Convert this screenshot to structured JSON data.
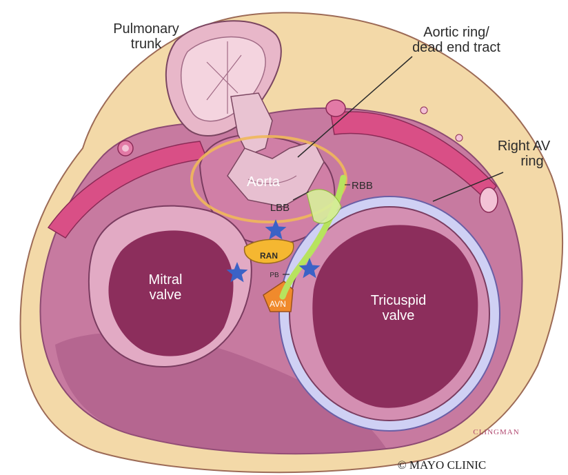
{
  "labels": {
    "pulmonary_trunk": [
      "Pulmonary",
      "trunk"
    ],
    "aortic_ring": [
      "Aortic ring/",
      "dead end tract"
    ],
    "right_av_ring": [
      "Right AV",
      "ring"
    ],
    "aorta": "Aorta",
    "rbb": "RBB",
    "lbb": "LBB",
    "ran": "RAN",
    "pb": "PB",
    "avn": "AVN",
    "mitral_valve": [
      "Mitral",
      "valve"
    ],
    "tricuspid_valve": [
      "Tricuspid",
      "valve"
    ],
    "artist_signature": "CLINGMAN",
    "copyright": "© MAYO CLINIC"
  },
  "colors": {
    "background": "#ffffff",
    "fat": "#f3d9a8",
    "myocardium": "#c77aa0",
    "myocardium_dark": "#a65683",
    "valve_interior": "#8c2e5c",
    "artery": "#d94f86",
    "ring_lavender": "#cfd0f4",
    "ring_outline": "#6a5fa6",
    "aortic_ring": "#f0b85a",
    "ran_node": "#f5b731",
    "avn_node": "#f08a2c",
    "bundle": "#b7e35e",
    "star": "#3b62c6"
  }
}
